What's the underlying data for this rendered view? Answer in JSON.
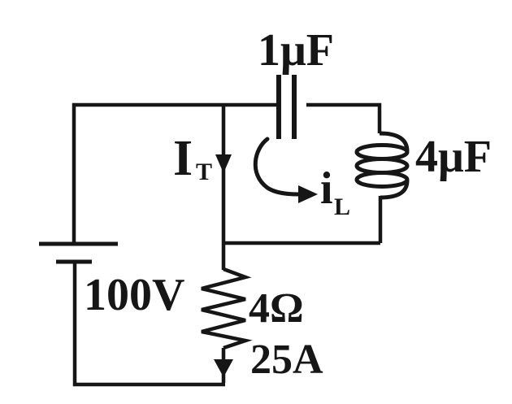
{
  "colors": {
    "ink": "#161616",
    "background": "#ffffff"
  },
  "circuit": {
    "capacitor": {
      "label": "1μF"
    },
    "inductor": {
      "label": "4μF"
    },
    "voltage_source": {
      "label": "100V"
    },
    "resistor": {
      "label": "4Ω"
    },
    "currents": {
      "total": {
        "symbol": "I",
        "subscript": "T"
      },
      "inductor_branch": {
        "symbol": "i",
        "subscript": "L"
      },
      "resistor_branch": {
        "label": "25A"
      }
    }
  }
}
